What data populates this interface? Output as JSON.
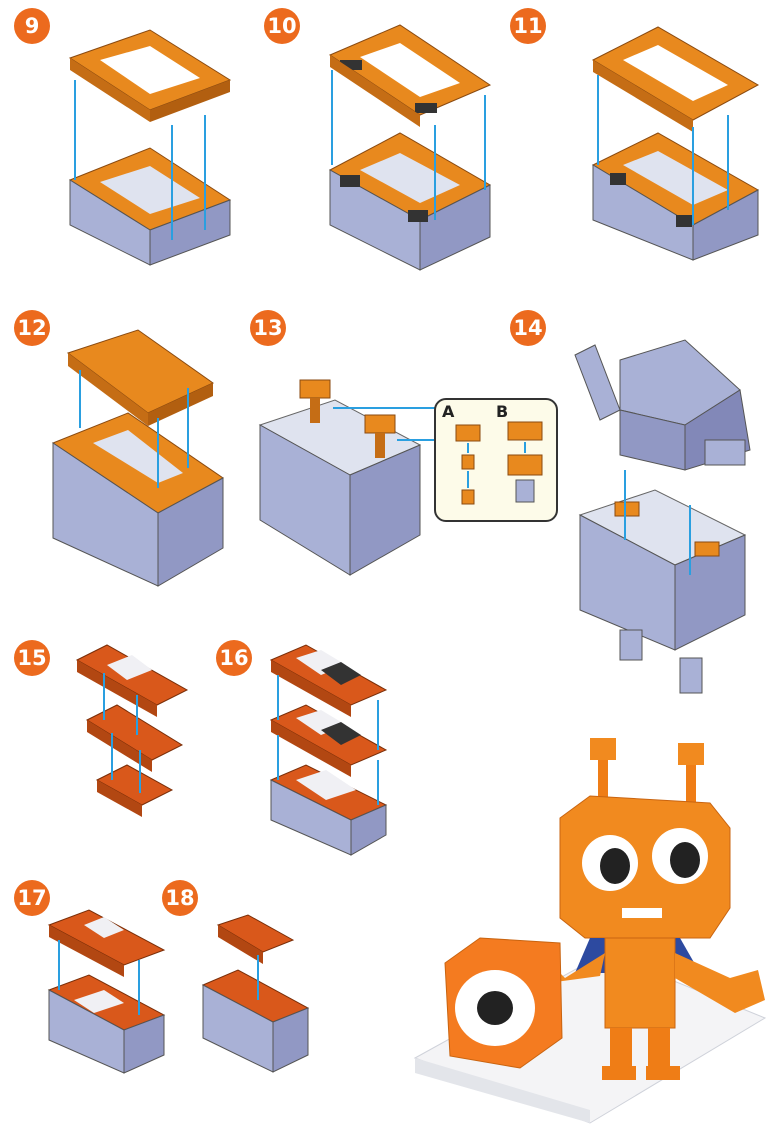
{
  "steps": [
    {
      "number": "9"
    },
    {
      "number": "10"
    },
    {
      "number": "11"
    },
    {
      "number": "12"
    },
    {
      "number": "13"
    },
    {
      "number": "14"
    },
    {
      "number": "15"
    },
    {
      "number": "16"
    },
    {
      "number": "17"
    },
    {
      "number": "18"
    }
  ],
  "inset": {
    "label_a": "A",
    "label_b": "B"
  },
  "colors": {
    "badge": "#ec6a1e",
    "orange_brick": "#e8891e",
    "red_brick": "#d9581b",
    "grey_blue_brick": "#a9b1d6",
    "white_brick": "#e6e9f2",
    "black_brick": "#333333",
    "guide_line": "#2a9fe0",
    "inset_bg": "#fdfbe9"
  }
}
